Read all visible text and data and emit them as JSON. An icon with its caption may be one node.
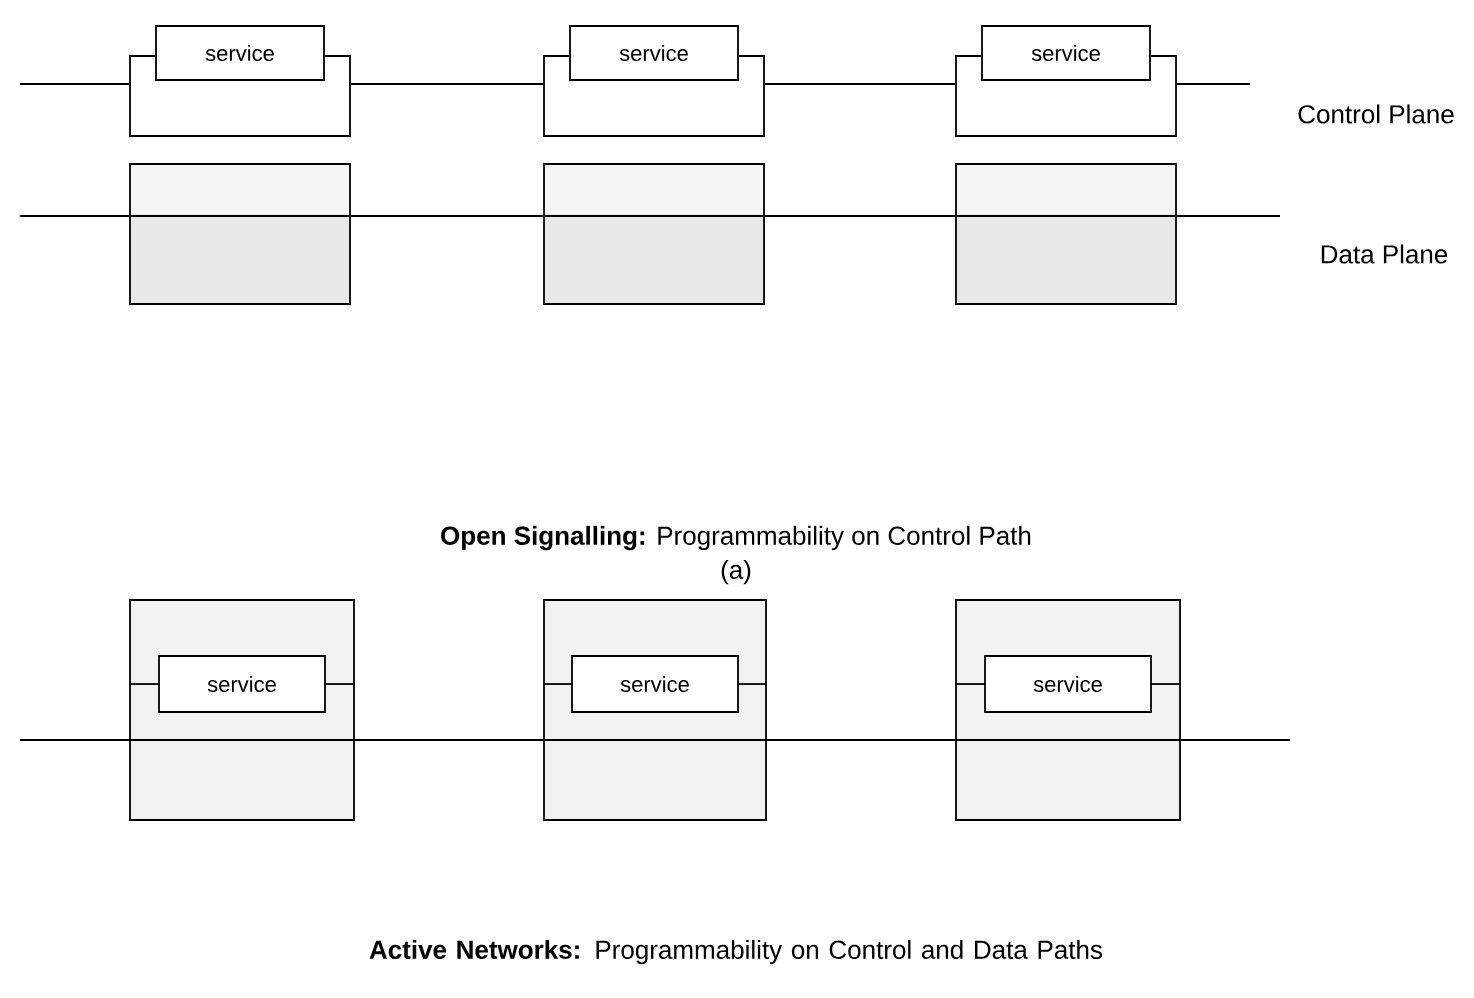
{
  "diagram": {
    "nodes": [
      {
        "text": [],
        "shape": "box"
      },
      {
        "text": [
          "service"
        ]
      },
      {
        "text": [],
        "shape": "box"
      },
      {
        "text": [
          "service"
        ]
      },
      {
        "text": [],
        "shape": "box"
      },
      {
        "text": [
          "service"
        ]
      },
      {
        "text": [],
        "shape": "box"
      },
      {
        "text": [],
        "shape": "box"
      },
      {
        "text": [],
        "shape": "box"
      },
      {
        "text": [],
        "shape": "box"
      },
      {
        "text": [
          "service"
        ],
        "in": 9
      },
      {
        "text": [],
        "shape": "box"
      },
      {
        "text": [
          "service"
        ],
        "in": 11
      },
      {
        "text": [],
        "shape": "box"
      },
      {
        "text": [
          "service"
        ],
        "in": 13
      }
    ],
    "edges": [
      {
        "from": null,
        "to": 0,
        "arrow": "none"
      },
      {
        "from": 0,
        "to": 2,
        "arrow": "none"
      },
      {
        "from": 2,
        "to": 4,
        "arrow": "none"
      },
      {
        "from": 4,
        "to": null,
        "arrow": "none"
      },
      {
        "from": null,
        "to": 6,
        "arrow": "none"
      },
      {
        "from": 6,
        "to": 7,
        "arrow": "none"
      },
      {
        "from": 7,
        "to": 8,
        "arrow": "none"
      },
      {
        "from": 8,
        "to": null,
        "arrow": "none"
      },
      {
        "from": null,
        "to": 9,
        "arrow": "none"
      },
      {
        "from": 9,
        "to": 11,
        "arrow": "none"
      },
      {
        "from": 11,
        "to": 13,
        "arrow": "none"
      },
      {
        "from": 13,
        "to": null,
        "arrow": "none"
      }
    ],
    "labels": [
      "Control Plane",
      "Data Plane",
      "**Open Signalling:** Programmability on Control Path",
      "(a)",
      "**Active Networks:** Programmability on Control and Data Paths"
    ]
  }
}
